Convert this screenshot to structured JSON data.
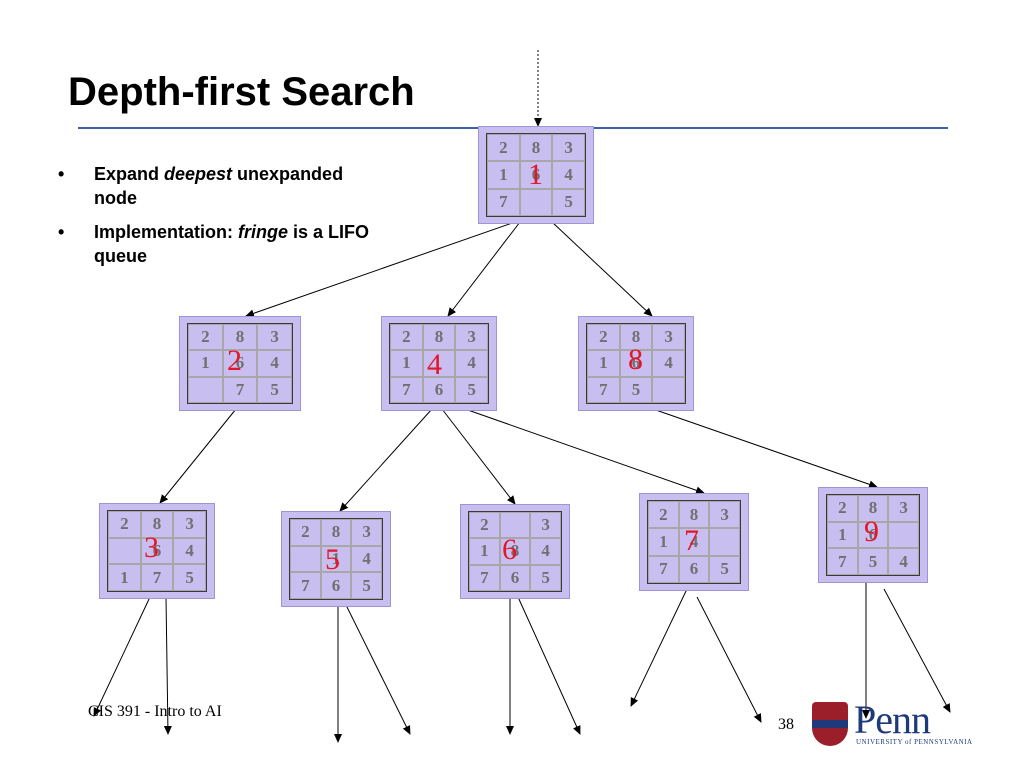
{
  "slide": {
    "title": "Depth-first Search",
    "bullets": [
      {
        "pre": "Expand ",
        "em": "deepest",
        "post": " unexpanded node"
      },
      {
        "pre": "Implementation: ",
        "em": "fringe",
        "post": " is a LIFO queue"
      }
    ],
    "footer": "CIS 391 - Intro to AI",
    "page_number": "38",
    "logo": {
      "wordmark": "Penn",
      "subtitle": "UNIVERSITY of PENNSYLVANIA"
    }
  },
  "colors": {
    "tile_fill": "#c8bff0",
    "order_label": "#e2172b",
    "rule": "#3f5fa8"
  },
  "tree": {
    "nodes": [
      {
        "id": "n1",
        "order": "1",
        "grid": [
          "2",
          "8",
          "3",
          "1",
          "6",
          "4",
          "7",
          "",
          "5"
        ]
      },
      {
        "id": "n2",
        "order": "2",
        "grid": [
          "2",
          "8",
          "3",
          "1",
          "6",
          "4",
          "",
          "7",
          "5"
        ]
      },
      {
        "id": "n4",
        "order": "4",
        "grid": [
          "2",
          "8",
          "3",
          "1",
          "",
          "4",
          "7",
          "6",
          "5"
        ]
      },
      {
        "id": "n8",
        "order": "8",
        "grid": [
          "2",
          "8",
          "3",
          "1",
          "6",
          "4",
          "7",
          "5",
          ""
        ]
      },
      {
        "id": "n3",
        "order": "3",
        "grid": [
          "2",
          "8",
          "3",
          "",
          "6",
          "4",
          "1",
          "7",
          "5"
        ]
      },
      {
        "id": "n5",
        "order": "5",
        "grid": [
          "2",
          "8",
          "3",
          "",
          "1",
          "4",
          "7",
          "6",
          "5"
        ]
      },
      {
        "id": "n6",
        "order": "6",
        "grid": [
          "2",
          "",
          "3",
          "1",
          "8",
          "4",
          "7",
          "6",
          "5"
        ]
      },
      {
        "id": "n7",
        "order": "7",
        "grid": [
          "2",
          "8",
          "3",
          "1",
          "4",
          "",
          "7",
          "6",
          "5"
        ]
      },
      {
        "id": "n9",
        "order": "9",
        "grid": [
          "2",
          "8",
          "3",
          "1",
          "6",
          "",
          "7",
          "5",
          "4"
        ]
      }
    ]
  }
}
